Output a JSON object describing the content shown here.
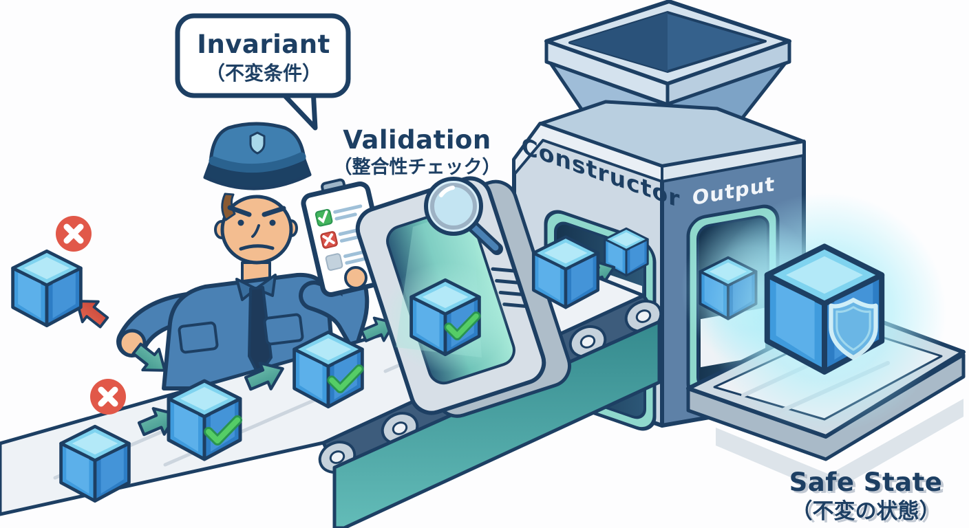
{
  "scene": {
    "description": "Isometric cartoon diagram: a police inspector validates blue cubes on a conveyor; valid cubes pass a scanner gate into a Constructor machine and exit the Output door as a glowing shielded safe-state cube; invalid cubes are rejected with red X marks."
  },
  "labels": {
    "invariant": {
      "title": "Invariant",
      "subtitle": "（不変条件）"
    },
    "validation": {
      "title": "Validation",
      "subtitle": "（整合性チェック）"
    },
    "constructor": {
      "title": "Constructor"
    },
    "output": {
      "title": "Output"
    },
    "safe_state": {
      "title": "Safe State",
      "subtitle": "（不変の状態）"
    }
  },
  "icons": {
    "reject_badge": "red-circle-x",
    "approve_check": "green-checkmark",
    "magnifier": "magnifying-glass",
    "shield": "shield",
    "hat_badge": "police-shield-badge",
    "flow_arrow": "teal-flow-arrow",
    "reject_arrow": "red-reject-arrow",
    "accept_arrow": "teal-accept-arrow",
    "checklist": "tablet-checklist"
  },
  "checklist": {
    "items": [
      {
        "status": "pass"
      },
      {
        "status": "fail"
      },
      {
        "status": "empty"
      }
    ]
  },
  "colors": {
    "bg": "#fdfdfe",
    "outline": "#1d3f63",
    "labelNavy": "#1d3f63",
    "cubeTop": "#7fd3ef",
    "cubeTopHi": "#b3e9f8",
    "cubeLeft": "#3f9bdd",
    "cubeLeftHi": "#5cb0ea",
    "cubeRight": "#2d7dc5",
    "cubeRightHi": "#4494d8",
    "reject": "#e15849",
    "success": "#55cd66",
    "successDark": "#2a9350",
    "machineFront": "#cdd9e4",
    "machineSide": "#5e81a7",
    "machineTop": "#b9cfe0",
    "bevel": "#e9eff5",
    "hopperRimL": "#d4e2ee",
    "hopperRimR": "#b9cee0",
    "funnelL": "#9fbdd8",
    "funnelR": "#7da3c6",
    "funnelIn": "#35618c",
    "funnelInDark": "#2a527a",
    "doorMint": "#8fd8cc",
    "platform": "#eef2f6",
    "beltDark": "#3d5c7c",
    "roller": "#c6d2dc",
    "rollerHub": "#eef2f6",
    "trayOuter": "#cfdbe4",
    "trayInner": "#edf1f5",
    "trayEdge": "#a9bac8",
    "scanFrame": "#d7dfe7",
    "scanDepth": "#aebdc9",
    "uniform": "#4a81b4",
    "skin": "#f3bd90",
    "hat": "#3f7fb0",
    "hatDark": "#1c4164",
    "tie": "#1e3a5a",
    "hair": "#8a5a32",
    "shieldFill": "#6db8e6",
    "shieldLight": "#d8f4fa",
    "magLens": "#d8eef8",
    "magRim": "#9db2c4",
    "glowCyan": "#b8f4fb"
  }
}
